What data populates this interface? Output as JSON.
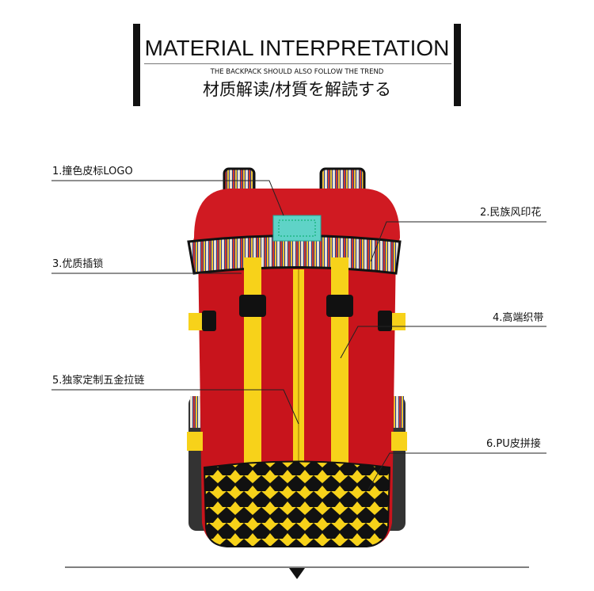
{
  "header": {
    "title": "MATERIAL INTERPRETATION",
    "subtitle": "THE BACKPACK SHOULD ALSO FOLLOW THE TREND",
    "chinese_title": "材质解读/材質を解読する"
  },
  "callouts": [
    {
      "label": "1.撞色皮标LOGO"
    },
    {
      "label": "2.民族风印花"
    },
    {
      "label": "3.优质插锁"
    },
    {
      "label": "4.高端织带"
    },
    {
      "label": "5.独家定制五金拉链"
    },
    {
      "label": "6.PU皮拼接"
    }
  ],
  "colors": {
    "bag_red": "#c8141c",
    "strap_yellow": "#f7d21a",
    "pattern_blue": "#2a3f8f",
    "logo_teal": "#5fd3c7"
  }
}
